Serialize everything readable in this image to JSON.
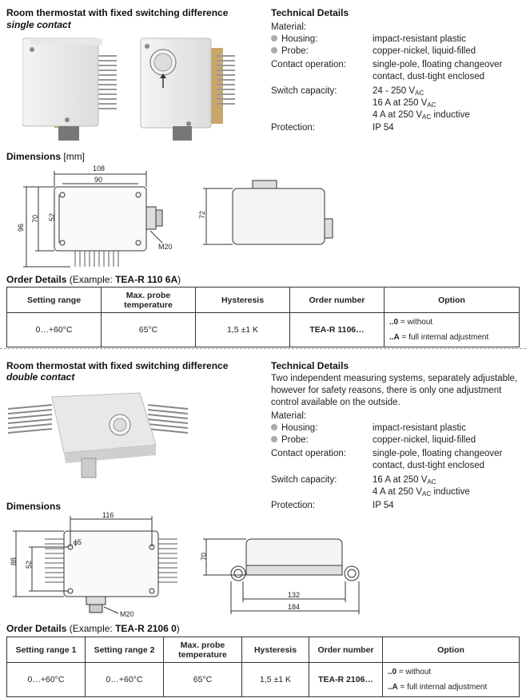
{
  "section1": {
    "title": "Room thermostat with fixed switching difference",
    "subtitle": "single contact",
    "tech_title": "Technical Details",
    "material_label": "Material:",
    "rows": [
      {
        "label": "Housing:",
        "value": "impact-resistant plastic",
        "bullet": true
      },
      {
        "label": "Probe:",
        "value": "copper-nickel, liquid-filled",
        "bullet": true
      },
      {
        "label": "Contact operation:",
        "value": "single-pole, floating changeover",
        "value2": "contact, dust-tight enclosed"
      },
      {
        "label": "Switch capacity:",
        "value": "24 - 250 V",
        "value2": "16 A at 250 V",
        "value3": "4 A at 250 V",
        "value3_suffix": " inductive"
      },
      {
        "label": "Protection:",
        "value": "IP 54"
      }
    ],
    "ac": "AC",
    "dimensions_label": "Dimensions",
    "dimensions_unit": "[mm]",
    "dims": {
      "w108": "108",
      "w90": "90",
      "h96": "96",
      "h70": "70",
      "h52": "52",
      "h72": "72",
      "m20": "M20"
    },
    "order_title": "Order Details",
    "order_example": "(Example: ",
    "order_example_code": "TEA-R 110 6A",
    "order_example_close": ")",
    "table_headers": [
      "Setting range",
      "Max. probe temperature",
      "Hysteresis",
      "Order number",
      "Option"
    ],
    "table_row": {
      "range": "0…+60°C",
      "probe": "65°C",
      "hyst": "1,5 ±1 K",
      "order": "TEA-R 1106…",
      "opt1_code": "..0",
      "opt1_text": " = without",
      "opt2_code": "..A",
      "opt2_text": " = full internal adjustment"
    }
  },
  "section2": {
    "title": "Room thermostat with fixed switching difference",
    "subtitle": "double contact",
    "tech_title": "Technical Details",
    "desc1": "Two independent measuring systems, separately adjustable,",
    "desc2": "however for safety reasons, there is only one adjustment",
    "desc3": "control available on the outside.",
    "material_label": "Material:",
    "rows": [
      {
        "label": "Housing:",
        "value": "impact-resistant plastic"
      },
      {
        "label": "Probe:",
        "value": "copper-nickel, liquid-filled"
      },
      {
        "label": "Contact operation:",
        "value": "single-pole, floating changeover",
        "value2": "contact, dust-tight enclosed"
      },
      {
        "label": "Switch capacity:",
        "value": "16 A at 250 V",
        "value2": "4 A at 250 V",
        "value2_suffix": " inductive"
      },
      {
        "label": "Protection:",
        "value": "IP 54"
      }
    ],
    "dimensions_label": "Dimensions",
    "dims": {
      "w116": "116",
      "h88": "88",
      "h52": "52",
      "h70": "70",
      "w132": "132",
      "w184": "184",
      "m20": "M20",
      "phi5": "ϕ5"
    },
    "order_title": "Order Details",
    "order_example": "(Example: ",
    "order_example_code": "TEA-R 2106 0",
    "order_example_close": ")",
    "table_headers": [
      "Setting range 1",
      "Setting range 2",
      "Max. probe temperature",
      "Hysteresis",
      "Order number",
      "Option"
    ],
    "table_row": {
      "range1": "0…+60°C",
      "range2": "0…+60°C",
      "probe": "65°C",
      "hyst": "1,5 ±1 K",
      "order": "TEA-R 2106…",
      "opt1_code": "..0",
      "opt1_text": " = without",
      "opt2_code": "..A",
      "opt2_text": " = full internal adjustment"
    }
  }
}
